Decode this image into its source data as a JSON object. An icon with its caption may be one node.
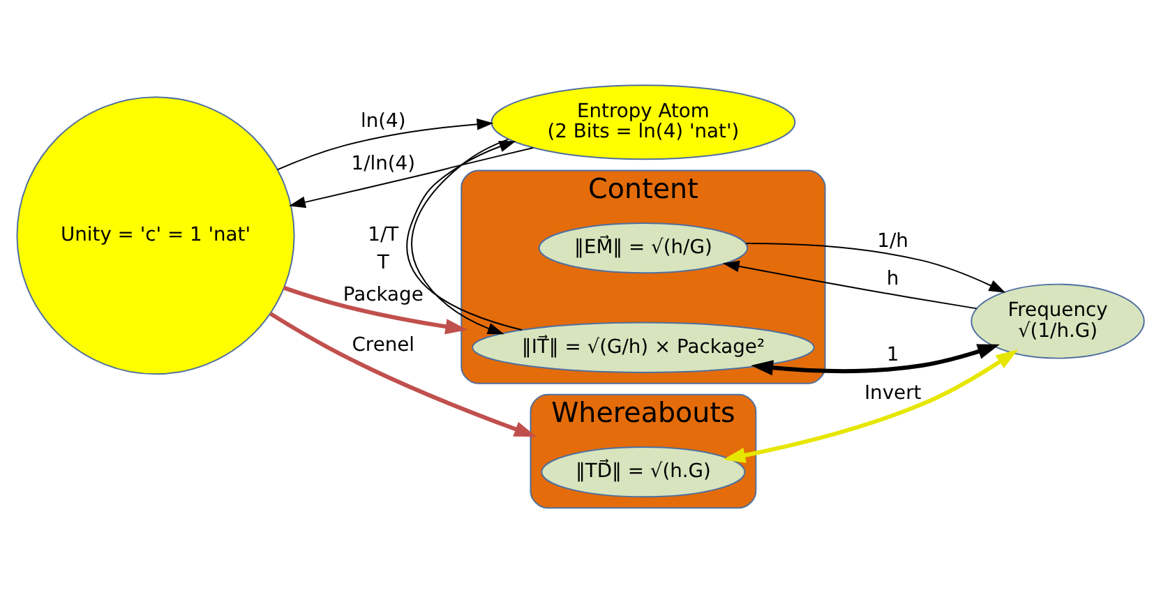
{
  "diagram": {
    "nodes": [
      {
        "text": [
          "Content"
        ]
      },
      {
        "text": [
          "‖EM⃗‖ = √(h/G)"
        ],
        "in": 0
      },
      {
        "text": [
          "‖IT⃗‖ = √(G/h) × Package²"
        ],
        "in": 0
      },
      {
        "text": [
          "Entropy Atom",
          "(2 Bits = ln(4) 'nat')"
        ]
      },
      {
        "text": [
          "Unity = 'c' = 1 'nat'"
        ]
      },
      {
        "text": [
          "Frequency",
          "√(1/h.G)"
        ]
      },
      {
        "text": [
          "Whereabouts"
        ]
      },
      {
        "text": [
          "‖TD⃗‖ = √(h.G)"
        ],
        "in": 6
      }
    ],
    "edges": [
      {
        "from": 4,
        "to": 3,
        "arrow": "to",
        "label": "ln(4)"
      },
      {
        "from": 3,
        "to": 4,
        "arrow": "to",
        "label": "1/ln(4)"
      },
      {
        "from": 3,
        "to": 2,
        "arrow": "to",
        "label": "T"
      },
      {
        "from": 2,
        "to": 3,
        "arrow": "to",
        "label": "1/T"
      },
      {
        "from": 1,
        "to": 5,
        "arrow": "to",
        "label": "1/h"
      },
      {
        "from": 5,
        "to": 1,
        "arrow": "to",
        "label": "h"
      },
      {
        "from": 2,
        "to": 5,
        "arrow": "both",
        "label": "1",
        "style": "thick"
      },
      {
        "from": 4,
        "to": 0,
        "arrow": "to",
        "label": "Package",
        "style": "thick",
        "color": "#c0504d"
      },
      {
        "from": 4,
        "to": 6,
        "arrow": "to",
        "label": "Crenel",
        "style": "thick",
        "color": "#c0504d"
      },
      {
        "from": 7,
        "to": 5,
        "arrow": "both",
        "label": "Invert",
        "style": "thick",
        "color": "#e6e600"
      }
    ]
  }
}
